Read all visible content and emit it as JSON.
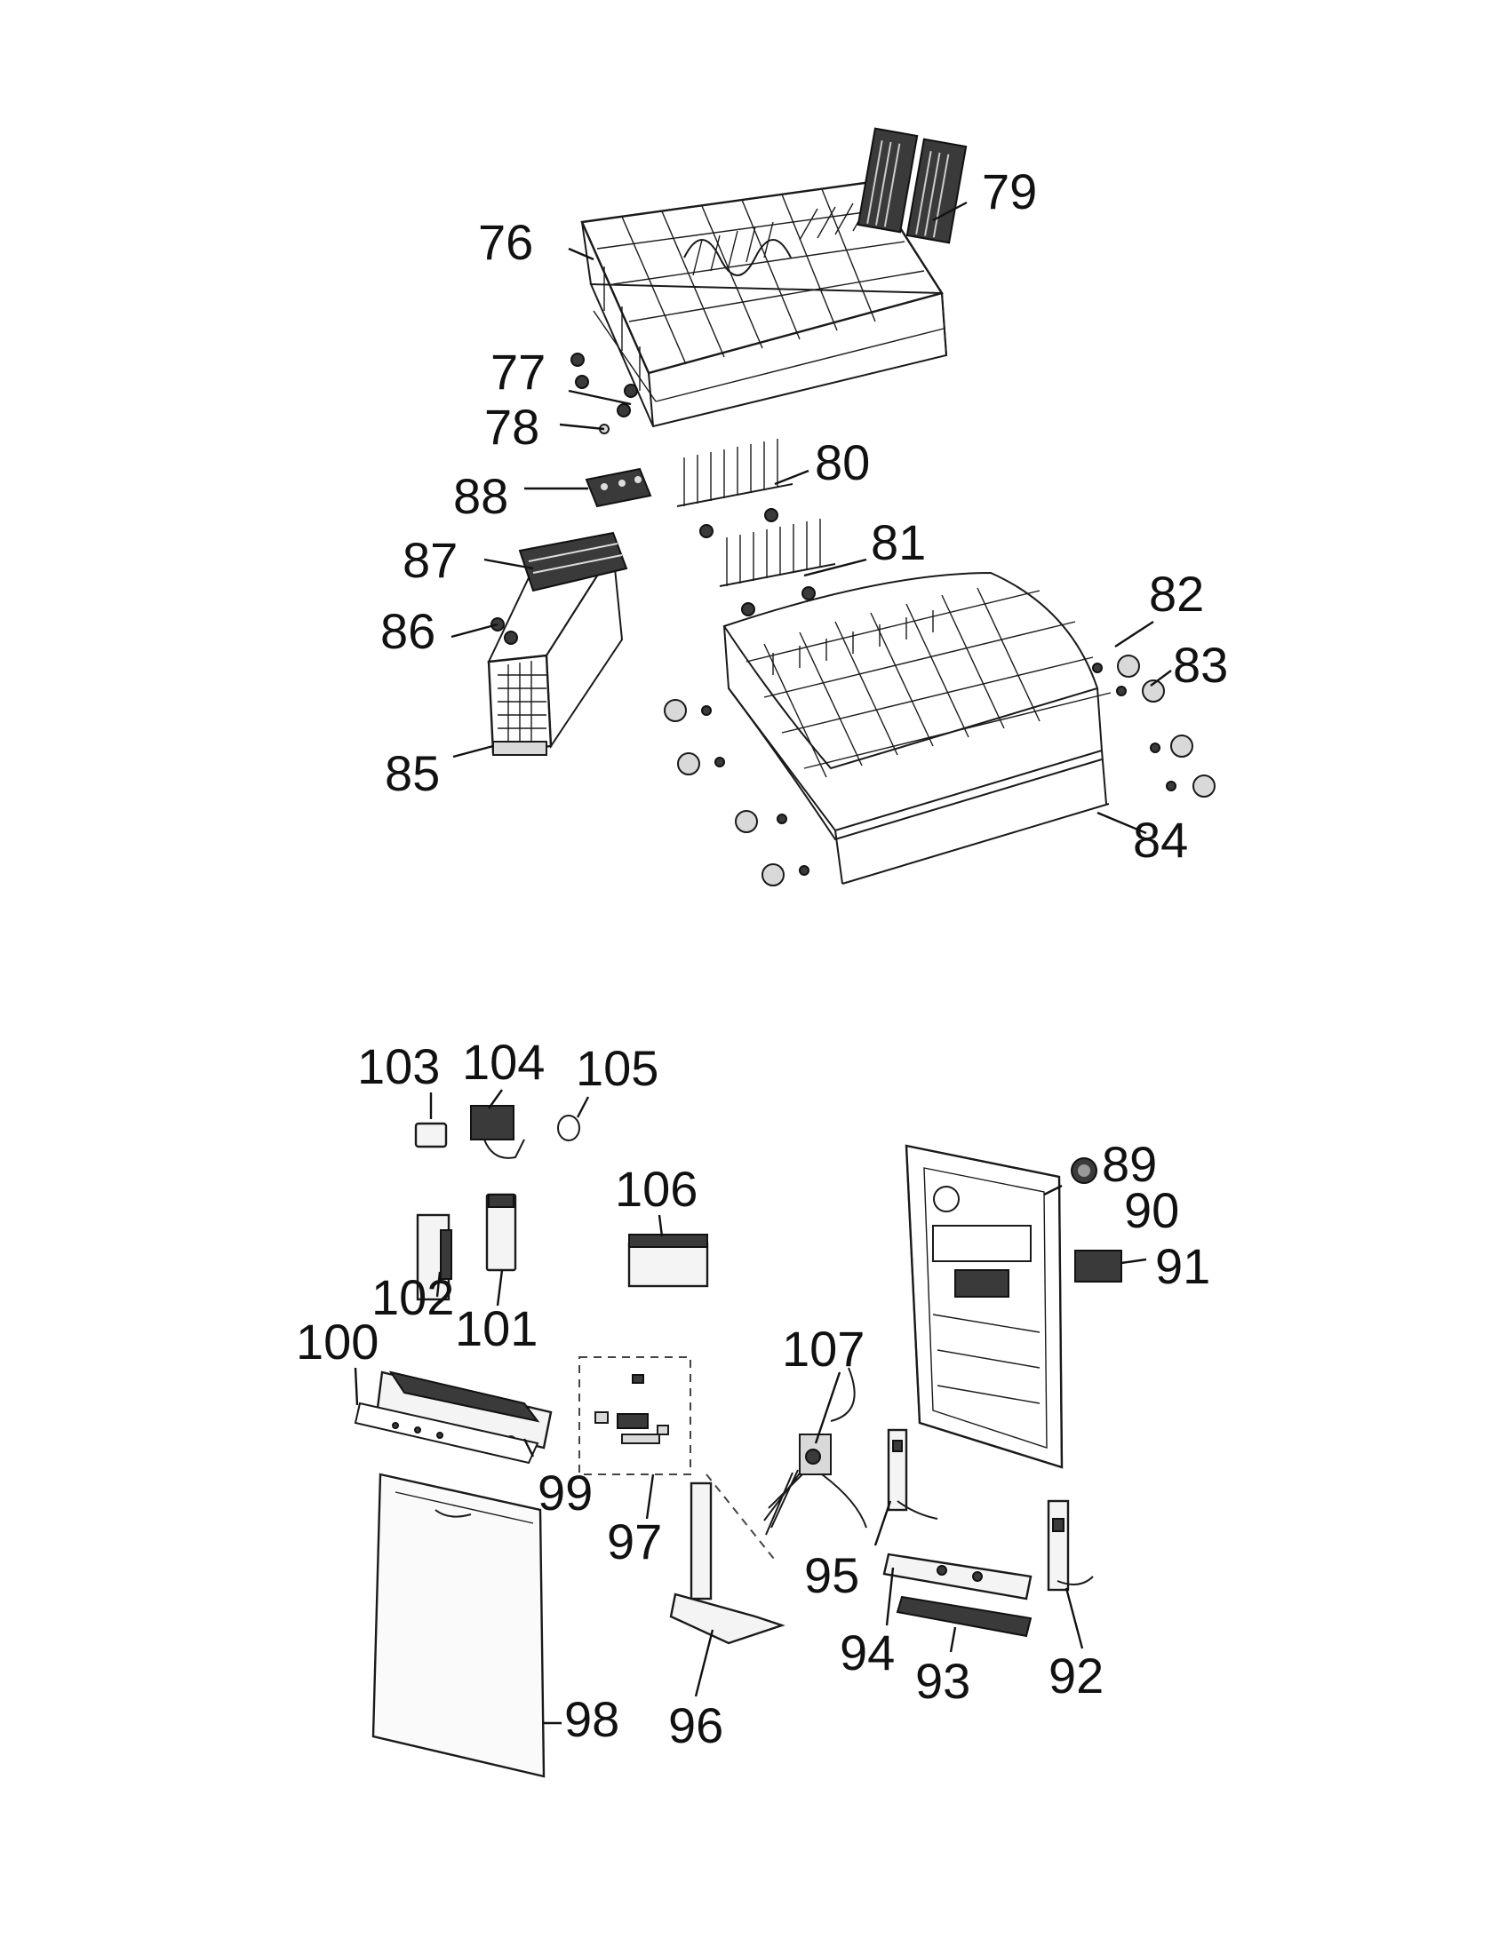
{
  "callouts": [
    {
      "number": "76"
    },
    {
      "number": "77"
    },
    {
      "number": "78"
    },
    {
      "number": "79"
    },
    {
      "number": "80"
    },
    {
      "number": "81"
    },
    {
      "number": "82"
    },
    {
      "number": "83"
    },
    {
      "number": "84"
    },
    {
      "number": "85"
    },
    {
      "number": "86"
    },
    {
      "number": "87"
    },
    {
      "number": "88"
    },
    {
      "number": "89"
    },
    {
      "number": "90"
    },
    {
      "number": "91"
    },
    {
      "number": "92"
    },
    {
      "number": "93"
    },
    {
      "number": "94"
    },
    {
      "number": "95"
    },
    {
      "number": "96"
    },
    {
      "number": "97"
    },
    {
      "number": "98"
    },
    {
      "number": "99"
    },
    {
      "number": "100"
    },
    {
      "number": "101"
    },
    {
      "number": "102"
    },
    {
      "number": "103"
    },
    {
      "number": "104"
    },
    {
      "number": "105"
    },
    {
      "number": "106"
    },
    {
      "number": "107"
    }
  ]
}
